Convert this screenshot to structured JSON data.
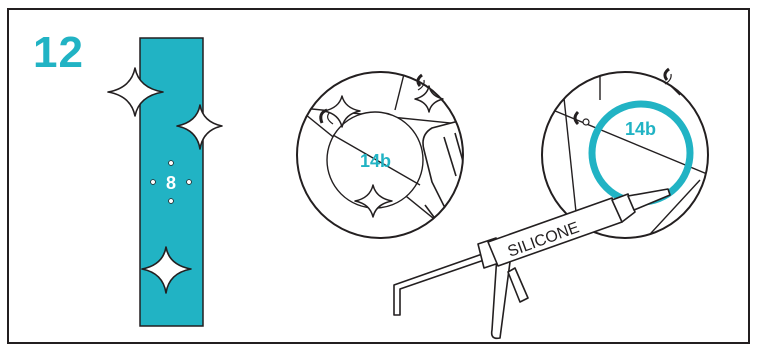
{
  "step": {
    "number": "12"
  },
  "strip": {
    "label": "8"
  },
  "left_circle": {
    "label": "14b"
  },
  "right_circle": {
    "label": "14b"
  },
  "tube": {
    "label": "SILICONE"
  },
  "colors": {
    "accent": "#21b3c4",
    "line": "#231f20",
    "background": "#ffffff"
  },
  "icons": [
    "sparkle-icon",
    "glove-icon",
    "caulk-gun-icon"
  ]
}
